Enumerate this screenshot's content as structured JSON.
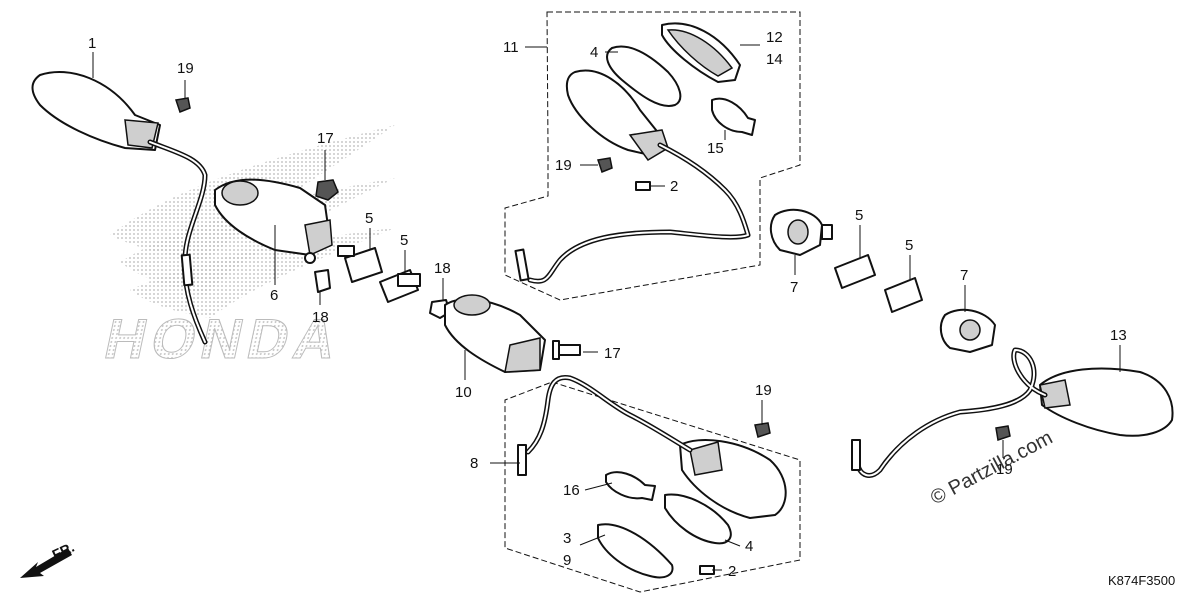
{
  "callouts": {
    "c1": "1",
    "c2a": "2",
    "c2b": "2",
    "c3": "3",
    "c4a": "4",
    "c4b": "4",
    "c5a": "5",
    "c5b": "5",
    "c5c": "5",
    "c5d": "5",
    "c6": "6",
    "c7a": "7",
    "c7b": "7",
    "c8": "8",
    "c9": "9",
    "c10": "10",
    "c11": "11",
    "c12": "12",
    "c13": "13",
    "c14": "14",
    "c15": "15",
    "c16": "16",
    "c17a": "17",
    "c17b": "17",
    "c18a": "18",
    "c18b": "18",
    "c19a": "19",
    "c19b": "19",
    "c19c": "19",
    "c19d": "19"
  },
  "diagram_code": "K874F3500",
  "watermark": "© Partzilla.com",
  "direction_label": "FR.",
  "brand_logo": "HONDA"
}
